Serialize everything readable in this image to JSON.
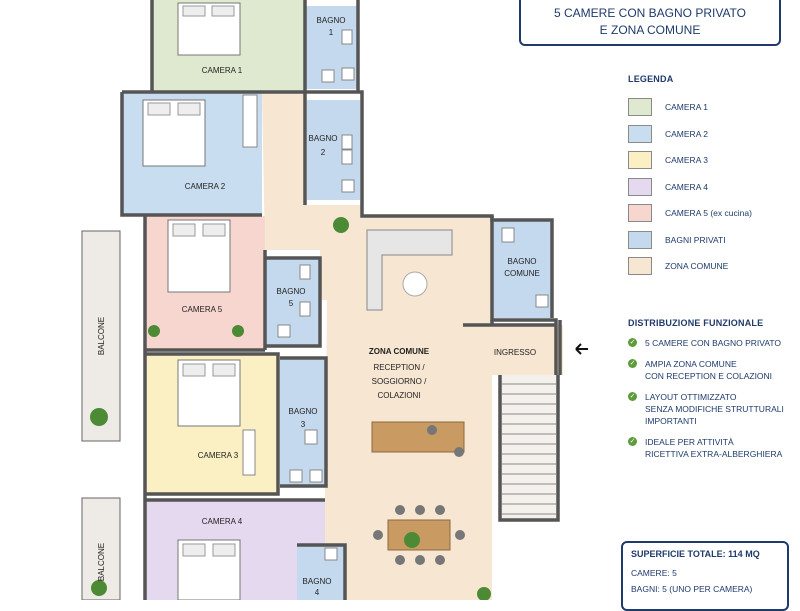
{
  "header": {
    "title_line1": "5 CAMERE CON BAGNO PRIVATO",
    "title_line2": "E ZONA COMUNE"
  },
  "rooms": {
    "camera1": "CAMERA 1",
    "camera2": "CAMERA 2",
    "camera3": "CAMERA 3",
    "camera4": "CAMERA 4",
    "camera5": "CAMERA 5",
    "bagno_word": "BAGNO",
    "bagno1_num": "1",
    "bagno2_num": "2",
    "bagno3_num": "3",
    "bagno4_num": "4",
    "bagno5_num": "5",
    "bagno_comune_line1": "BAGNO",
    "bagno_comune_line2": "COMUNE",
    "zona_comune": "ZONA COMUNE",
    "zona_sub1": "RECEPTION /",
    "zona_sub2": "SOGGIORNO /",
    "zona_sub3": "COLAZIONI",
    "ingresso": "INGRESSO",
    "balcone": "BALCONE"
  },
  "colors": {
    "camera1": "#dfe9cf",
    "camera2": "#c9ddf0",
    "camera3": "#fbf0c4",
    "camera4": "#e5d9ef",
    "camera5": "#f8d6d0",
    "bagni": "#c5d9ee",
    "zona_comune": "#f6e6d2",
    "wall": "#555555",
    "accent": "#1f3a6b",
    "check": "#5e9c3a"
  },
  "legend": {
    "title": "LEGENDA",
    "items": [
      {
        "label": "CAMERA 1",
        "color": "#dfe9cf"
      },
      {
        "label": "CAMERA 2",
        "color": "#c9ddf0"
      },
      {
        "label": "CAMERA 3",
        "color": "#fbf0c4"
      },
      {
        "label": "CAMERA 4",
        "color": "#e5d9ef"
      },
      {
        "label": "CAMERA 5 (ex cucina)",
        "color": "#f8d6d0"
      },
      {
        "label": "BAGNI PRIVATI",
        "color": "#c5d9ee"
      },
      {
        "label": "ZONA COMUNE",
        "color": "#f6e6d2"
      }
    ]
  },
  "distribution": {
    "title": "DISTRIBUZIONE FUNZIONALE",
    "items": [
      "5 CAMERE CON BAGNO PRIVATO",
      "AMPIA ZONA COMUNE\nCON RECEPTION E COLAZIONI",
      "LAYOUT OTTIMIZZATO\nSENZA MODIFICHE STRUTTURALI\nIMPORTANTI",
      "IDEALE PER ATTIVITÀ\nRICETTIVA EXTRA-ALBERGHIERA"
    ]
  },
  "summary": {
    "title": "SUPERFICIE TOTALE:  114 MQ",
    "camere": "CAMERE: 5",
    "bagni": "BAGNI: 5 (UNO PER CAMERA)"
  }
}
